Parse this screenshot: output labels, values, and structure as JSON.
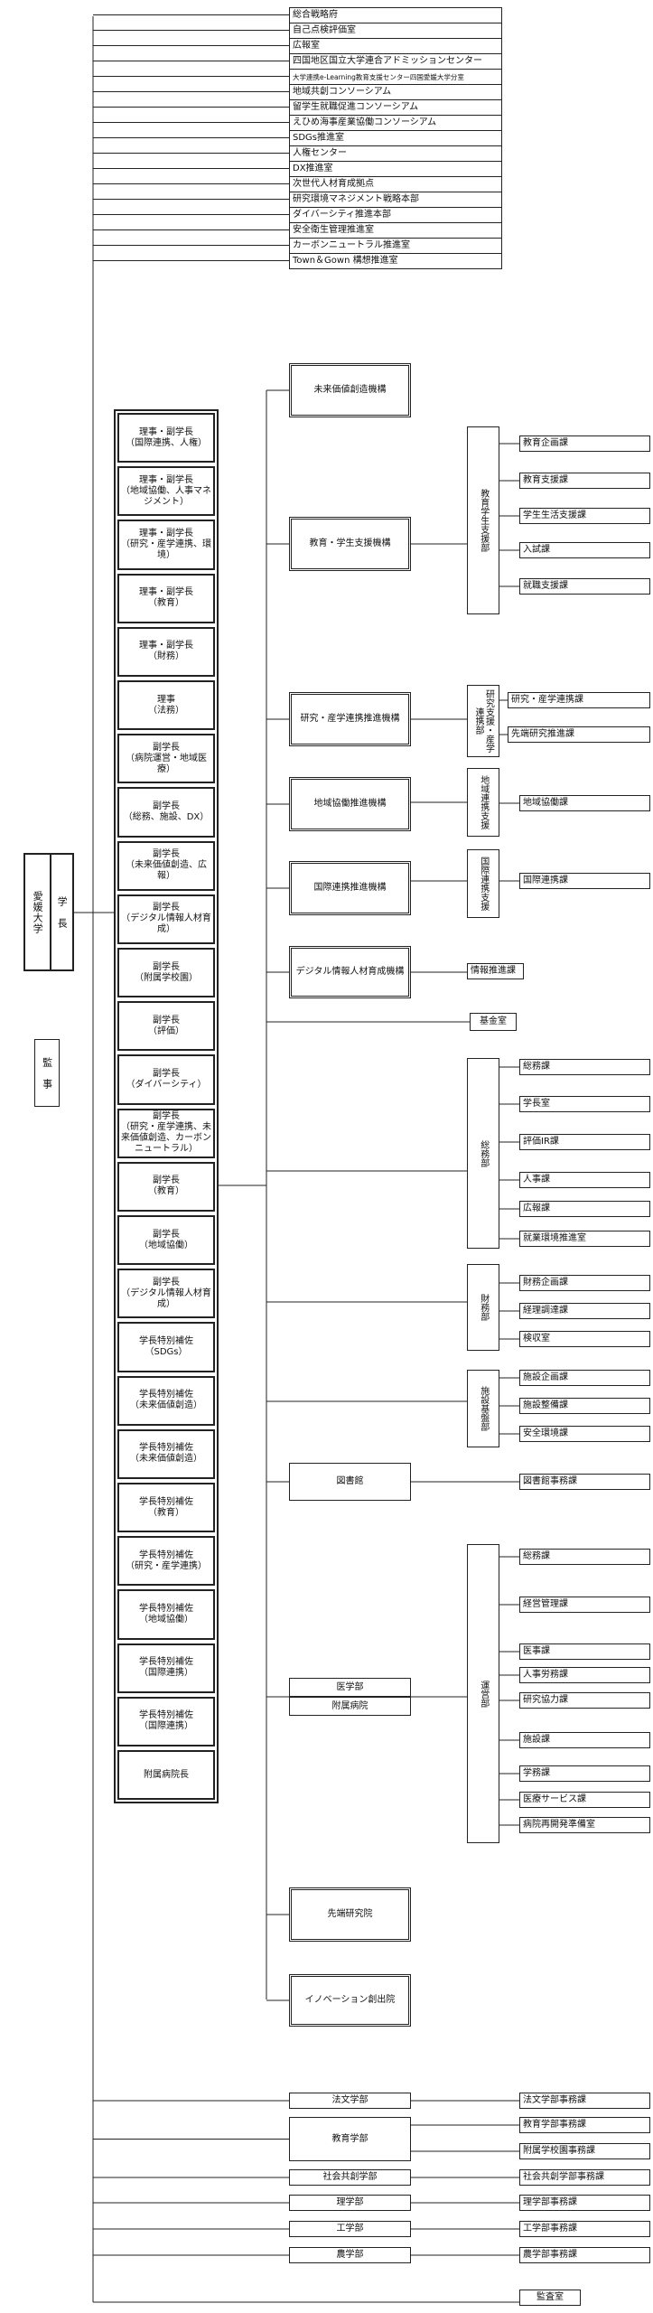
{
  "top_offices": [
    "総合戦略府",
    "自己点検評価室",
    "広報室",
    "四国地区国立大学連合アドミッションセンター",
    "大学連携e-Learning教育支援センター四国愛媛大学分室",
    "地域共創コンソーシアム",
    "留学生就職促進コンソーシアム",
    "えひめ海事産業協働コンソーシアム",
    "SDGs推進室",
    "人権センター",
    "DX推進室",
    "次世代人材育成拠点",
    "研究環境マネジメント戦略本部",
    "ダイバーシティ推進本部",
    "安全衛生管理推進室",
    "カーボンニュートラル推進室",
    "Town＆Gown 構想推進室"
  ],
  "university": "愛媛大学",
  "president": "学　長",
  "auditor": "監　事",
  "executives": [
    "理事・副学長\n（国際連携、人権）",
    "理事・副学長\n（地域協働、人事マネジメント）",
    "理事・副学長\n（研究・産学連携、環境）",
    "理事・副学長\n（教育）",
    "理事・副学長\n（財務）",
    "理事\n（法務）",
    "副学長\n（病院運営・地域医療）",
    "副学長\n（総務、施設、DX）",
    "副学長\n（未来価値創造、広報）",
    "副学長\n（デジタル情報人材育成）",
    "副学長\n（附属学校園）",
    "副学長\n（評価）",
    "副学長\n（ダイバーシティ）",
    "副学長\n（研究・産学連携、未来価値創造、カーボンニュートラル）",
    "副学長\n（教育）",
    "副学長\n（地域協働）",
    "副学長\n（デジタル情報人材育成）",
    "学長特別補佐\n（SDGs）",
    "学長特別補佐\n（未来価値創造）",
    "学長特別補佐\n（未来価値創造）",
    "学長特別補佐\n（教育）",
    "学長特別補佐\n（研究・産学連携）",
    "学長特別補佐\n（地域協働）",
    "学長特別補佐\n（国際連携）",
    "学長特別補佐\n（国際連携）",
    "附属病院長"
  ],
  "orgs": {
    "mirai": "未来価値創造機構",
    "kyoiku_kikou": "教育・学生支援機構",
    "kenkyu_kikou": "研究・産学連携推進機構",
    "chiiki_kikou": "地域協働推進機構",
    "kokusai_kikou": "国際連携推進機構",
    "digital_kikou": "デジタル情報人材育成機構",
    "kikin": "基金室",
    "library": "図書館",
    "med1": "医学部",
    "med2": "附属病院",
    "senkan": "先端研究院",
    "innov": "イノベーション創出院",
    "fac_law": "法文学部",
    "fac_edu": "教育学部",
    "fac_soc": "社会共創学部",
    "fac_sci": "理学部",
    "fac_eng": "工学部",
    "fac_agr": "農学部",
    "audit_office": "監査室"
  },
  "depts": {
    "kyoiku_gakusei": "教育学生支援部",
    "kenkyu_shien": "研究支援・産学連携部",
    "chiiki_shien": "地域連携支援",
    "kokusai_shien": "国際連携支援",
    "soumu": "総務部",
    "zaimu": "財務部",
    "shisetsu": "施設基盤部",
    "unei": "運営部"
  },
  "sections": {
    "kyoiku": [
      "教育企画課",
      "教育支援課",
      "学生生活支援課",
      "入試課",
      "就職支援課"
    ],
    "kenkyu": [
      "研究・産学連携課",
      "先端研究推進課"
    ],
    "chiiki": [
      "地域協働課"
    ],
    "kokusai": [
      "国際連携課"
    ],
    "digital": "情報推進課",
    "soumu": [
      "総務課",
      "学長室",
      "評価IR課",
      "人事課",
      "広報課",
      "就業環境推進室"
    ],
    "zaimu": [
      "財務企画課",
      "経理調達課",
      "検収室"
    ],
    "shisetsu": [
      "施設企画課",
      "施設整備課",
      "安全環境課"
    ],
    "library": "図書館事務課",
    "unei": [
      "総務課",
      "経営管理課",
      "医事課",
      "人事労務課",
      "研究協力課",
      "施設課",
      "学務課",
      "医療サービス課",
      "病院再開発準備室"
    ],
    "fac_law": "法文学部事務課",
    "fac_edu": [
      "教育学部事務課",
      "附属学校園事務課"
    ],
    "fac_soc": "社会共創学部事務課",
    "fac_sci": "理学部事務課",
    "fac_eng": "工学部事務課",
    "fac_agr": "農学部事務課"
  }
}
